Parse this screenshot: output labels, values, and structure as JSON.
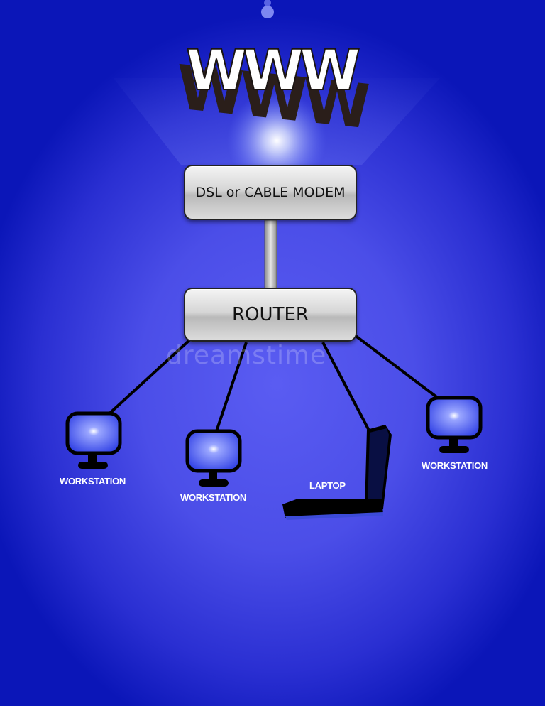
{
  "diagram": {
    "internet_label": "WWW",
    "modem_label": "DSL or CABLE MODEM",
    "router_label": "ROUTER",
    "devices": [
      {
        "type": "workstation",
        "label": "WORKSTATION"
      },
      {
        "type": "workstation",
        "label": "WORKSTATION"
      },
      {
        "type": "laptop",
        "label": "LAPTOP"
      },
      {
        "type": "workstation",
        "label": "WORKSTATION"
      }
    ],
    "watermark": "dreamstime"
  },
  "colors": {
    "background": "#2a2fd2",
    "box_fill": "#d6d6d6",
    "screen": "#4a57f0",
    "label_text": "#ffffff"
  }
}
